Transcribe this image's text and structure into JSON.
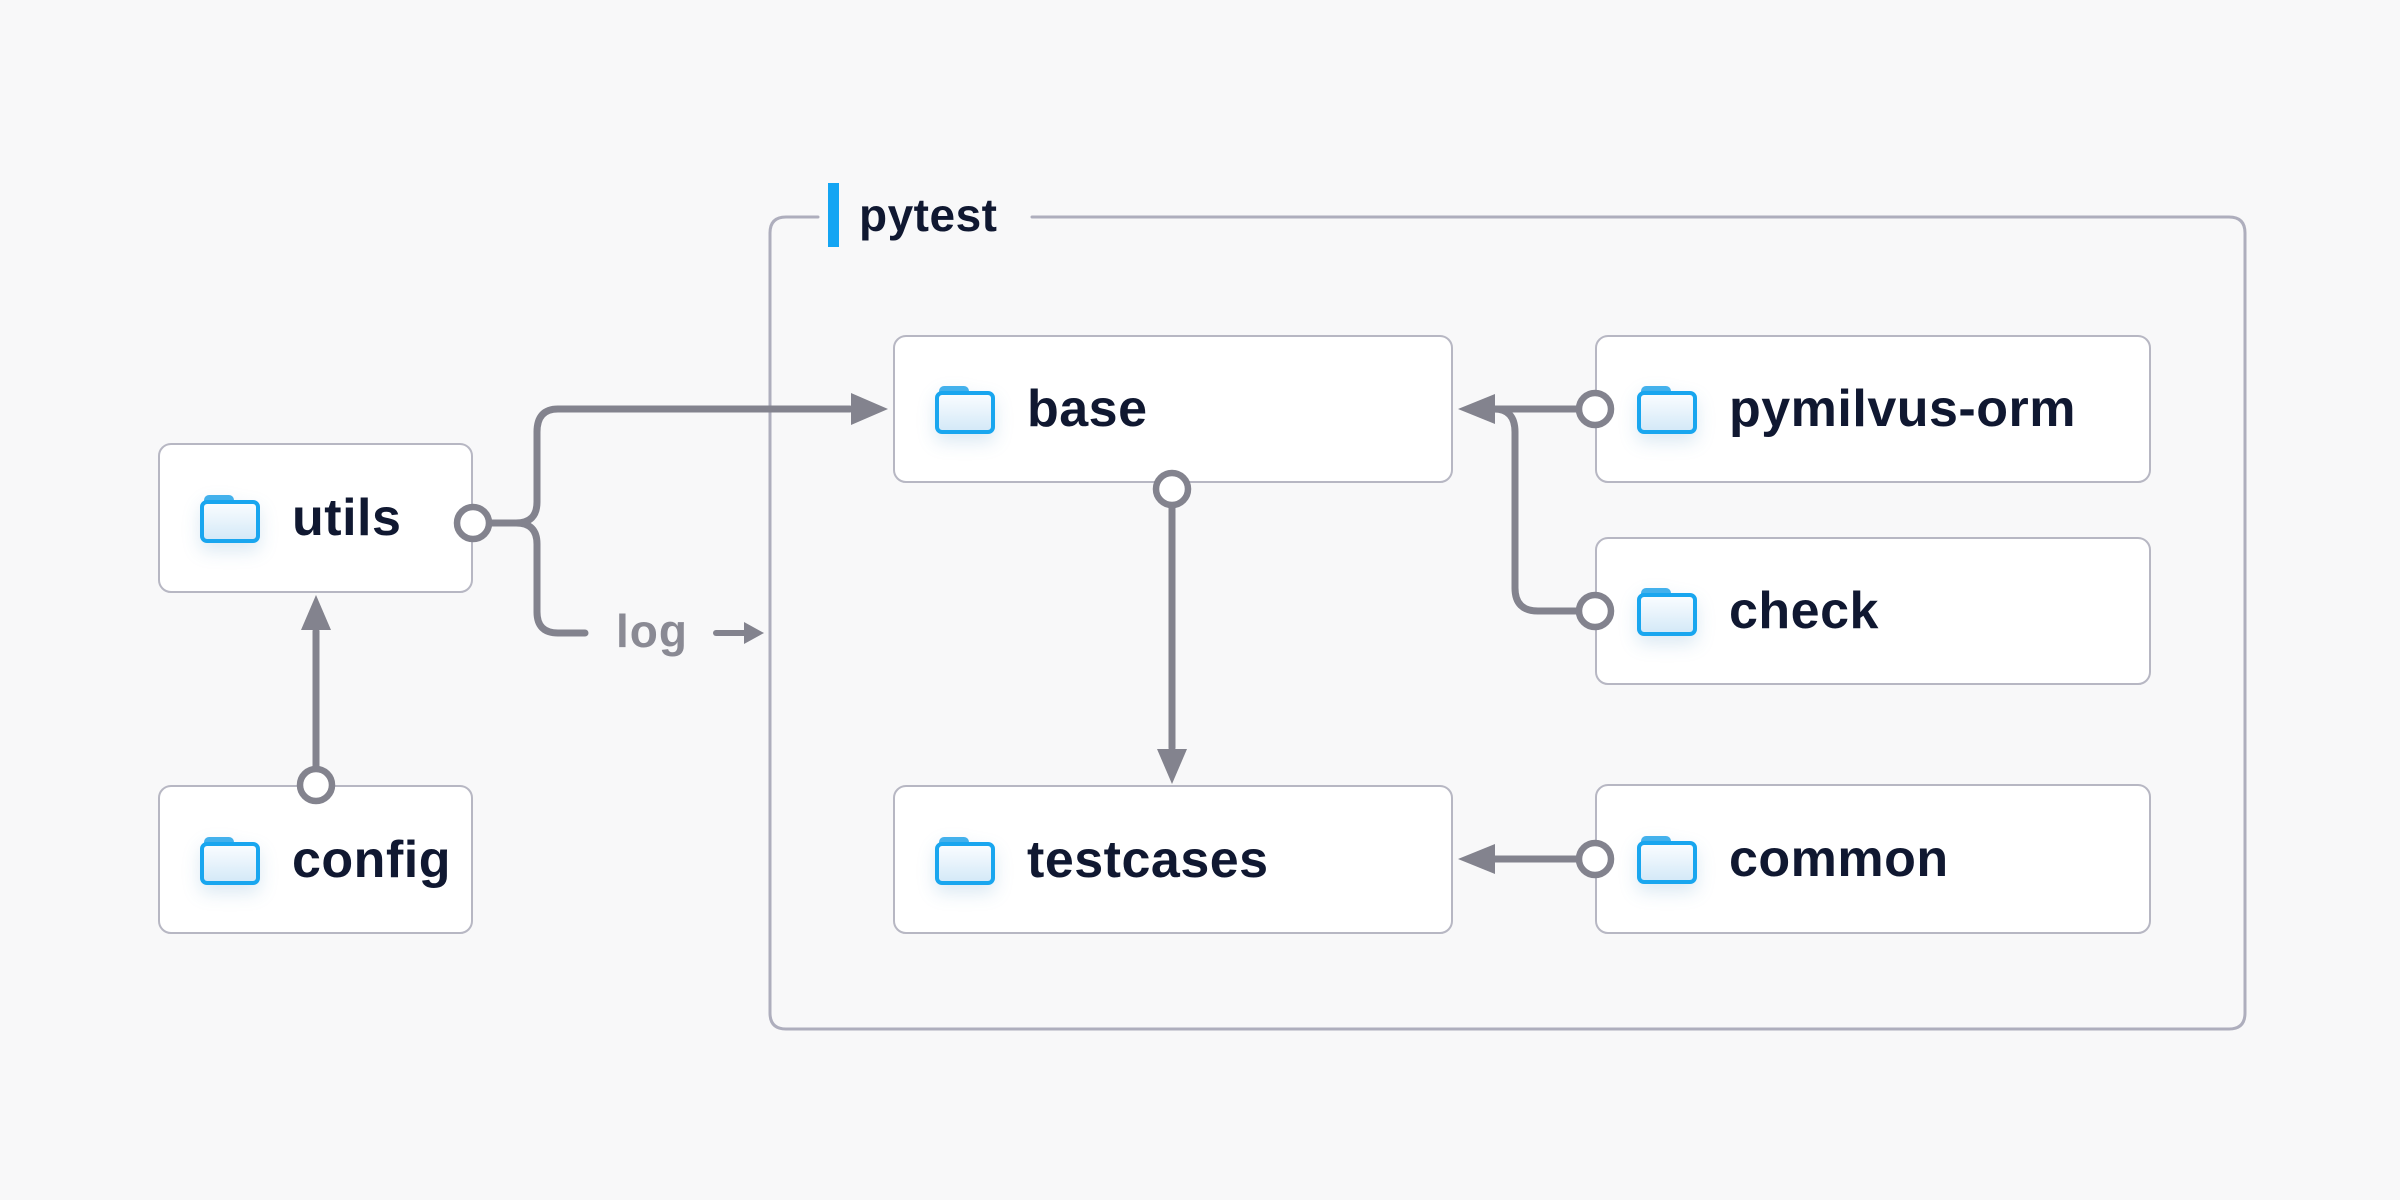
{
  "diagram": {
    "container": {
      "label": "pytest"
    },
    "nodes": {
      "utils": {
        "label": "utils"
      },
      "config": {
        "label": "config"
      },
      "base": {
        "label": "base"
      },
      "pymilvus_orm": {
        "label": "pymilvus-orm"
      },
      "check": {
        "label": "check"
      },
      "testcases": {
        "label": "testcases"
      },
      "common": {
        "label": "common"
      }
    },
    "edges": [
      {
        "from": "config",
        "to": "utils",
        "label": ""
      },
      {
        "from": "utils",
        "to": "base",
        "label": ""
      },
      {
        "from": "utils",
        "to": "pytest",
        "label": "log"
      },
      {
        "from": "pymilvus_orm",
        "to": "base",
        "label": ""
      },
      {
        "from": "check",
        "to": "base",
        "label": ""
      },
      {
        "from": "base",
        "to": "testcases",
        "label": ""
      },
      {
        "from": "common",
        "to": "testcases",
        "label": ""
      }
    ],
    "colors": {
      "bg": "#f8f8f9",
      "connector": "#83838e",
      "node_border": "#b7b7c3",
      "container_border": "#aeaebd",
      "folder_blue": "#19a6ef",
      "folder_tab": "#43b1ec",
      "folder_fill_top": "#fbfdff",
      "folder_fill_bottom": "#d2e8f7",
      "accent": "#14a5f3",
      "text": "#101831",
      "log_text": "#8a8a94"
    }
  }
}
